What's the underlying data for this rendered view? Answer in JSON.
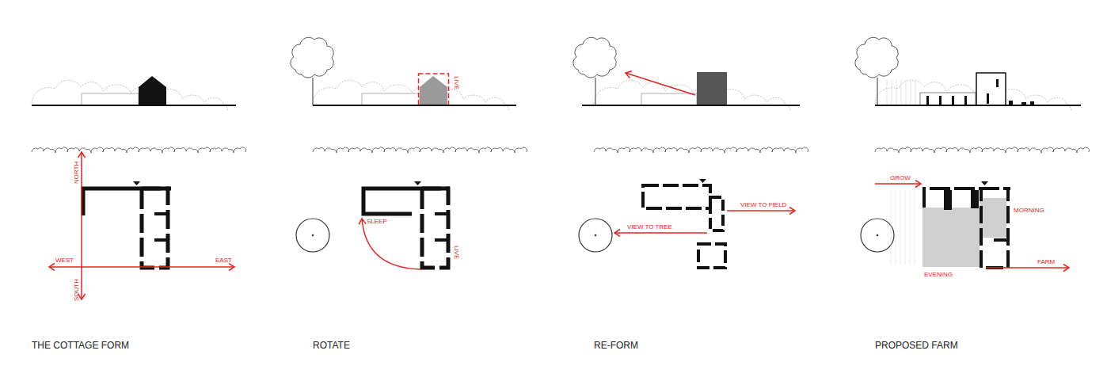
{
  "diagram": {
    "labels": [
      "THE COTTAGE FORM",
      "NORTH",
      "WEST",
      "EAST",
      "SOUTH",
      "ROTATE",
      "LIVE",
      "SLEEP",
      "LIVE",
      "RE-FORM",
      "VIEW TO FIELD",
      "VIEW TO TREE",
      "PROPOSED FARM",
      "GROW",
      "MORNING",
      "EVENING",
      "FARM"
    ]
  }
}
